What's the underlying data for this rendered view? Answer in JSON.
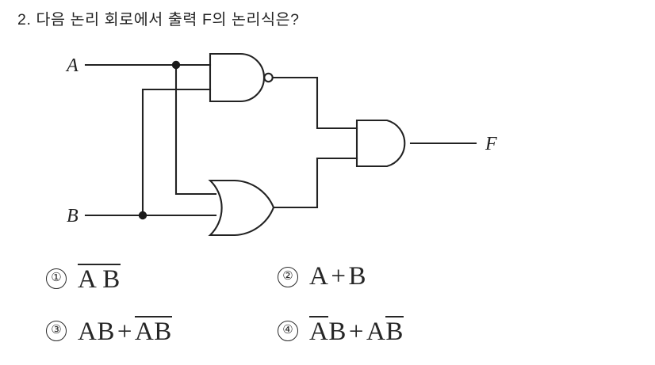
{
  "question": {
    "number": "2.",
    "text": "2. 다음 논리 회로에서 출력 F의 논리식은?"
  },
  "circuit": {
    "title": "logic-circuit-diagram",
    "input_labels": [
      {
        "name": "input-a",
        "text": "A"
      },
      {
        "name": "input-b",
        "text": "B"
      }
    ],
    "output_label": {
      "name": "output-f",
      "text": "F"
    },
    "gates": [
      {
        "id": "nand-gate",
        "type": "NAND",
        "inputs": [
          "A",
          "B"
        ]
      },
      {
        "id": "or-gate",
        "type": "OR",
        "inputs": [
          "A",
          "B"
        ]
      },
      {
        "id": "and-gate",
        "type": "AND",
        "inputs": [
          "nand-gate",
          "or-gate"
        ]
      }
    ],
    "stroke_color": "#222222"
  },
  "choices": [
    {
      "marker": "①",
      "parts": [
        {
          "text": "A B",
          "bar": true
        }
      ]
    },
    {
      "marker": "②",
      "parts": [
        {
          "text": "A",
          "bar": false
        },
        {
          "text": "+",
          "bar": false,
          "op": true
        },
        {
          "text": "B",
          "bar": false
        }
      ]
    },
    {
      "marker": "③",
      "parts": [
        {
          "text": "AB",
          "bar": false
        },
        {
          "text": "+",
          "bar": false,
          "op": true
        },
        {
          "text": "AB",
          "bar": true
        }
      ]
    },
    {
      "marker": "④",
      "parts": [
        {
          "text": "A",
          "bar": true
        },
        {
          "text": "B",
          "bar": false
        },
        {
          "text": "+",
          "bar": false,
          "op": true
        },
        {
          "text": "A",
          "bar": false
        },
        {
          "text": "B",
          "bar": true
        }
      ]
    }
  ]
}
